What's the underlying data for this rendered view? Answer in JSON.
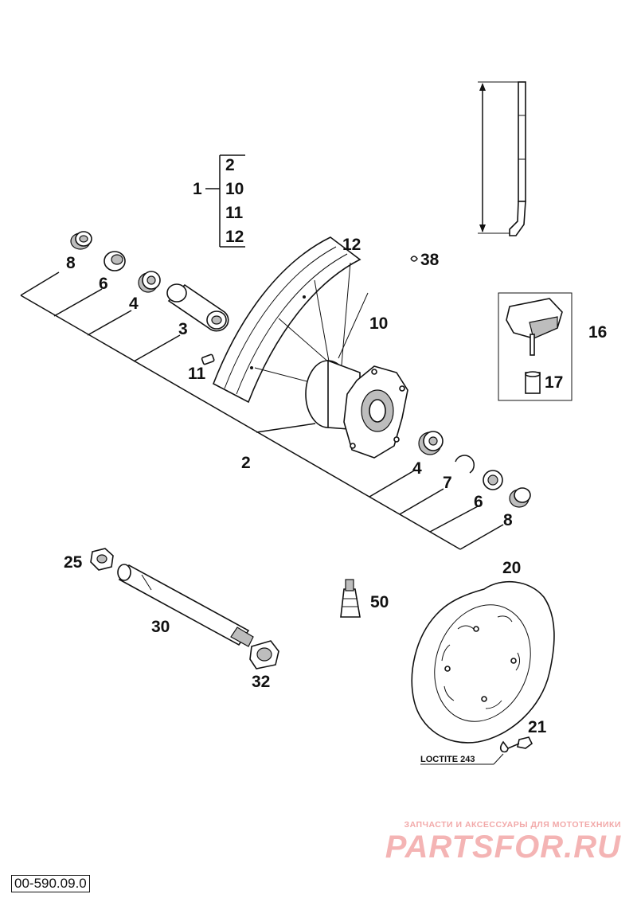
{
  "group_callouts": {
    "parent": "1",
    "children": [
      "2",
      "10",
      "11",
      "12"
    ]
  },
  "callouts": {
    "c8a": "8",
    "c6a": "6",
    "c4a": "4",
    "c3": "3",
    "c11": "11",
    "c12": "12",
    "c10": "10",
    "c38": "38",
    "c16": "16",
    "c17": "17",
    "c2": "2",
    "c4b": "4",
    "c7": "7",
    "c6b": "6",
    "c8b": "8",
    "c25": "25",
    "c30": "30",
    "c32": "32",
    "c50": "50",
    "c20": "20",
    "c21": "21"
  },
  "note": "LOCTITE 243",
  "watermark": {
    "small": "ЗАПЧАСТИ И АКСЕССУАРЫ ДЛЯ МОТОТЕХНИКИ",
    "big": "PARTSFOR.RU"
  },
  "drawing_code": "00-590.09.0"
}
